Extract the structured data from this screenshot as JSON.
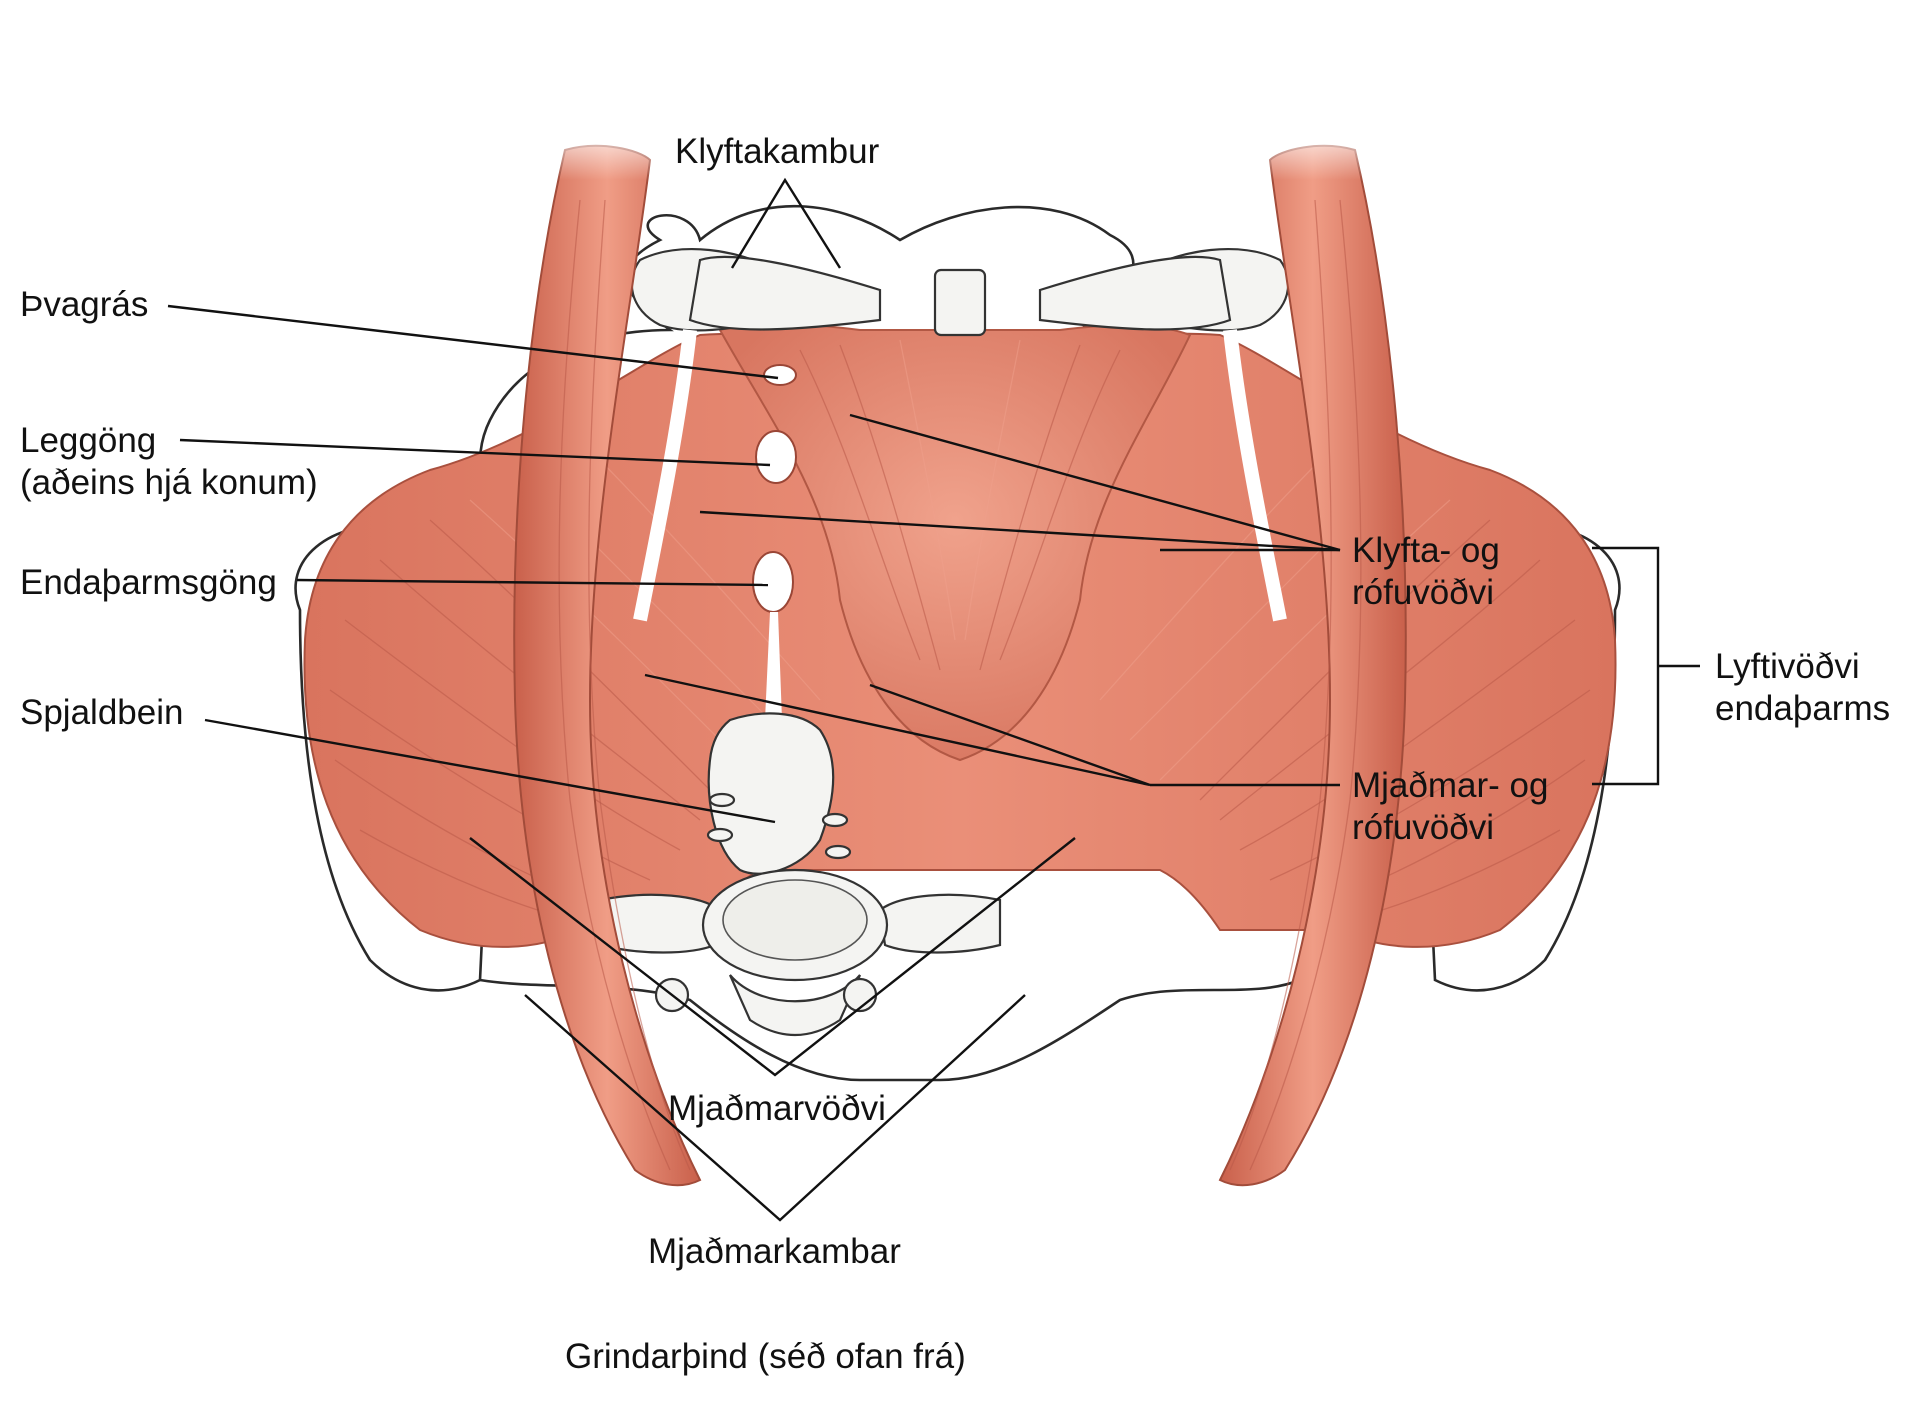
{
  "caption": "Grindarþind (séð ofan frá)",
  "labels": {
    "klyftakambur": "Klyftakambur",
    "thvagras": "Þvagrás",
    "leggong_1": "Leggöng",
    "leggong_2": "(aðeins hjá konum)",
    "endatharmsgong": "Endaþarmsgöng",
    "spjaldbein": "Spjaldbein",
    "klyfta_1": "Klyfta- og",
    "klyfta_2": "rófuvöðvi",
    "mjadmar_1": "Mjaðmar- og",
    "mjadmar_2": "rófuvöðvi",
    "lyftivodvi_1": "Lyftivöðvi",
    "lyftivodvi_2": "endaþarms",
    "mjadmarvodvi": "Mjaðmarvöðvi",
    "mjadmarkambar": "Mjaðmarkambar"
  },
  "colors": {
    "muscle": "#e2826c",
    "muscle_dark": "#c8624d",
    "muscle_light": "#f2a892",
    "bone": "#f4f4f2",
    "line": "#111111"
  }
}
